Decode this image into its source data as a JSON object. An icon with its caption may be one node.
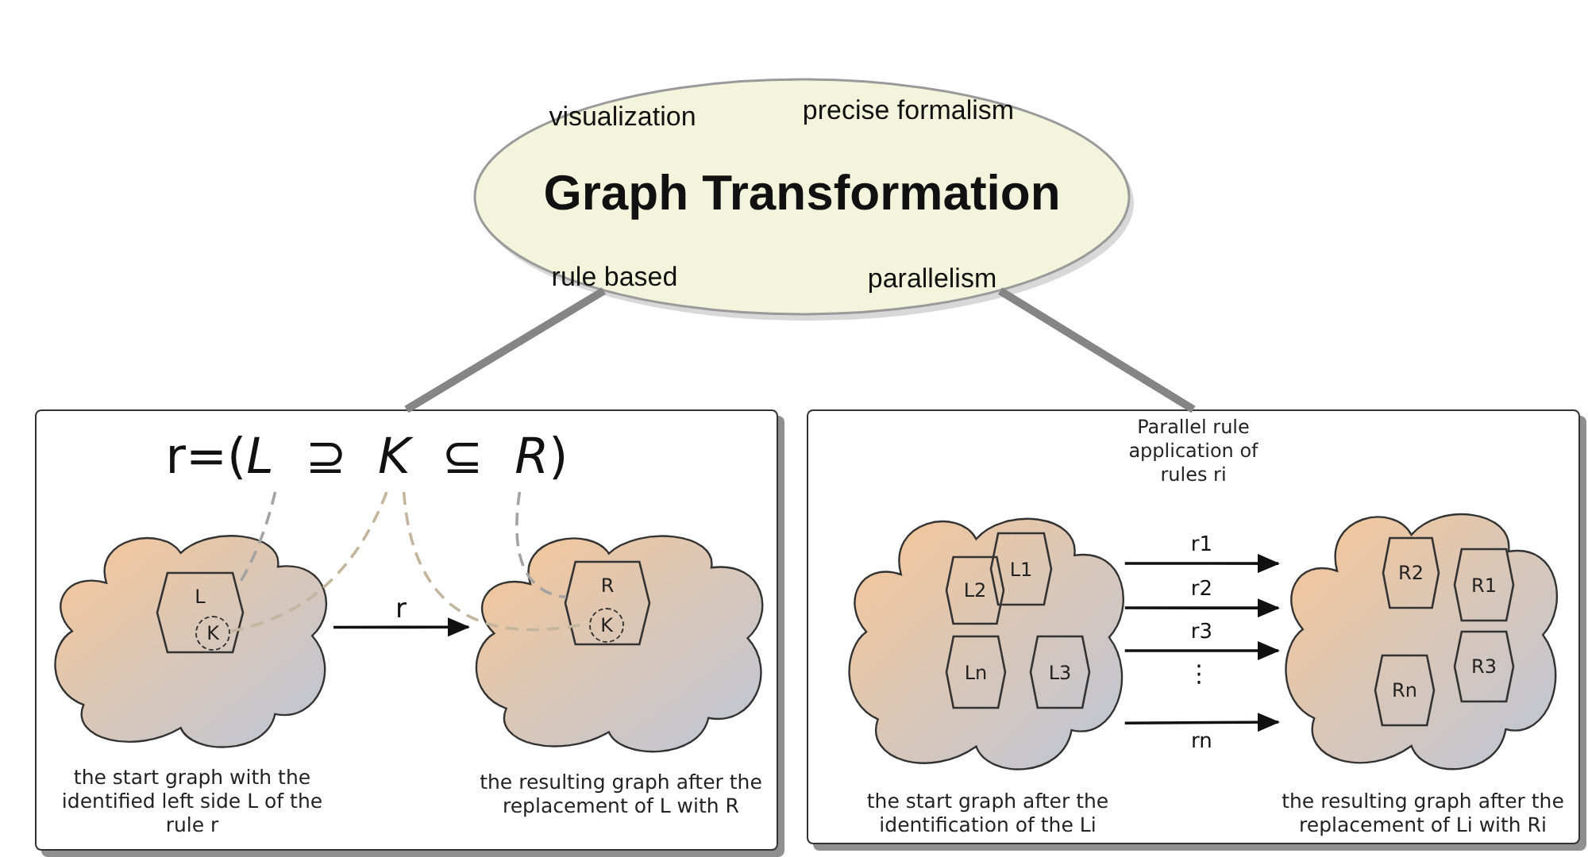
{
  "diagram": {
    "nodes": [
      {
        "text": [
          "visualization",
          "precise formalism",
          "Graph Transformation",
          "rule based",
          "parallelism"
        ]
      },
      {
        "text": [],
        "shape": "box"
      },
      {
        "text": [
          "r=(*L* ⊇ *K* ⊆ *R*)"
        ],
        "in": 1
      },
      {
        "text": [],
        "shape": "cloud",
        "in": 1,
        "beside": [
          "the start graph with the identified left side L of the rule r"
        ]
      },
      {
        "text": [
          "L"
        ],
        "in": 3
      },
      {
        "text": [
          "K"
        ],
        "in": 4
      },
      {
        "text": [],
        "shape": "cloud",
        "in": 1,
        "beside": [
          "the resulting graph after the replacement of L with R"
        ]
      },
      {
        "text": [
          "R"
        ],
        "in": 6
      },
      {
        "text": [
          "K"
        ],
        "in": 7
      },
      {
        "text": [
          "Parallel rule application of rules ri"
        ]
      },
      {
        "text": [],
        "shape": "cloud",
        "in": 9,
        "beside": [
          "the start graph after the identification of the Li"
        ]
      },
      {
        "text": [
          "L1"
        ],
        "in": 10
      },
      {
        "text": [
          "L2"
        ],
        "in": 10
      },
      {
        "text": [
          "Ln"
        ],
        "in": 10
      },
      {
        "text": [
          "L3"
        ],
        "in": 10
      },
      {
        "text": [],
        "shape": "cloud",
        "in": 9,
        "beside": [
          "the resulting graph after the replacement of Li with Ri"
        ]
      },
      {
        "text": [
          "R2"
        ],
        "in": 15
      },
      {
        "text": [
          "R1"
        ],
        "in": 15
      },
      {
        "text": [
          "R3"
        ],
        "in": 15
      },
      {
        "text": [
          "Rn"
        ],
        "in": 15
      }
    ],
    "edges": [
      {
        "from": 0,
        "to": 1,
        "arrow": "none",
        "style": "thick",
        "color": "#858585"
      },
      {
        "from": 0,
        "to": 9,
        "arrow": "none",
        "style": "thick",
        "color": "#858585"
      },
      {
        "from": 3,
        "to": 6,
        "arrow": "to",
        "label": "r"
      },
      {
        "from": 2,
        "to": 4,
        "arrow": "none",
        "style": "dashed",
        "color": "#a3a3a3"
      },
      {
        "from": 2,
        "to": 5,
        "arrow": "none",
        "style": "dashed",
        "color": "#c4b59e"
      },
      {
        "from": 2,
        "to": 8,
        "arrow": "none",
        "style": "dashed",
        "color": "#c4b59e"
      },
      {
        "from": 2,
        "to": 7,
        "arrow": "none",
        "style": "dashed",
        "color": "#a3a3a3"
      },
      {
        "from": 10,
        "to": 15,
        "arrow": "to",
        "label": "r1"
      },
      {
        "from": 10,
        "to": 15,
        "arrow": "to",
        "label": "r2"
      },
      {
        "from": 10,
        "to": 15,
        "arrow": "to",
        "label": "r3"
      },
      {
        "from": 10,
        "to": 15,
        "arrow": "to",
        "label": "rn"
      }
    ],
    "labels": [
      "⋮"
    ]
  }
}
